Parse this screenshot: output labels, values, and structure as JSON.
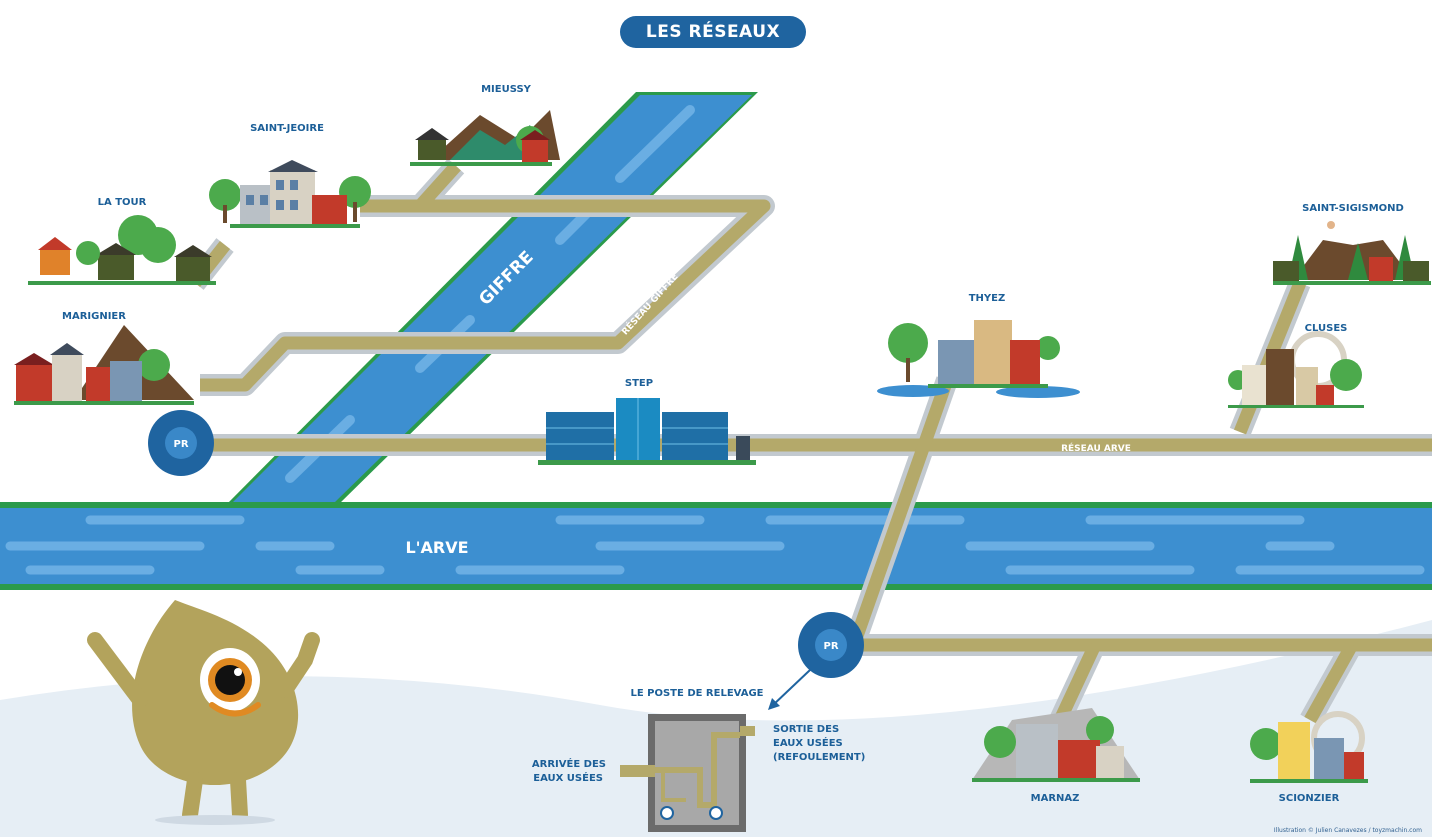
{
  "title": "LES RÉSEAUX",
  "places": {
    "mieussy": "MIEUSSY",
    "saint_jeoire": "SAINT-JEOIRE",
    "la_tour": "LA TOUR",
    "marignier": "MARIGNIER",
    "saint_sigismond": "SAINT-SIGISMOND",
    "thyez": "THYEZ",
    "cluses": "CLUSES",
    "step": "STEP",
    "marnaz": "MARNAZ",
    "scionzier": "SCIONZIER"
  },
  "rivers": {
    "giffre": "GIFFRE",
    "arve": "L'ARVE"
  },
  "networks": {
    "giffre": "RÉSEAU GIFFRE",
    "arve": "RÉSEAU ARVE"
  },
  "pumping": {
    "pr": "PR",
    "station_title": "LE POSTE DE RELEVAGE",
    "inlet_line1": "ARRIVÉE DES",
    "inlet_line2": "EAUX USÉES",
    "outlet_line1": "SORTIE DES",
    "outlet_line2": "EAUX USÉES",
    "outlet_line3": "(REFOULEMENT)"
  },
  "credit": "Illustration © Julien Canavezes / toyzmachin.com",
  "colors": {
    "pipe": "#b4a96a",
    "pipe_border": "#c2c9cf",
    "river": "#3d8fd0",
    "river_light": "#6aaee3",
    "bank": "#2b9a4b",
    "navy": "#1f64a0",
    "mascot": "#b3a35c"
  }
}
